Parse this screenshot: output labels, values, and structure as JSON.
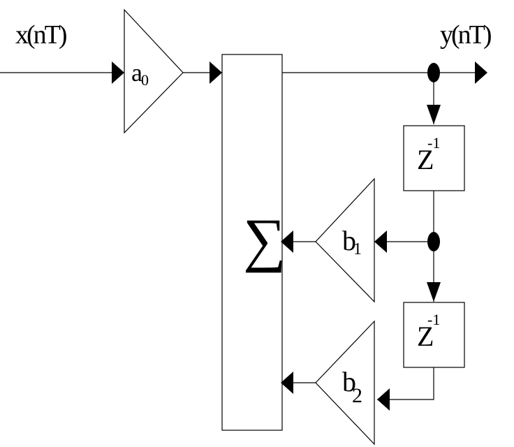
{
  "diagram": {
    "input_label": "x(nT)",
    "output_label": "y(nT)",
    "summer_symbol": "∑",
    "gain_a0": {
      "base": "a",
      "sub": "0"
    },
    "gain_b1": {
      "base": "b",
      "sub": "1"
    },
    "gain_b2": {
      "base": "b",
      "sub": "2"
    },
    "delay1": {
      "base": "Z",
      "exp": "-1"
    },
    "delay2": {
      "base": "Z",
      "exp": "-1"
    }
  },
  "colors": {
    "line": "#000000",
    "background": "#ffffff"
  }
}
